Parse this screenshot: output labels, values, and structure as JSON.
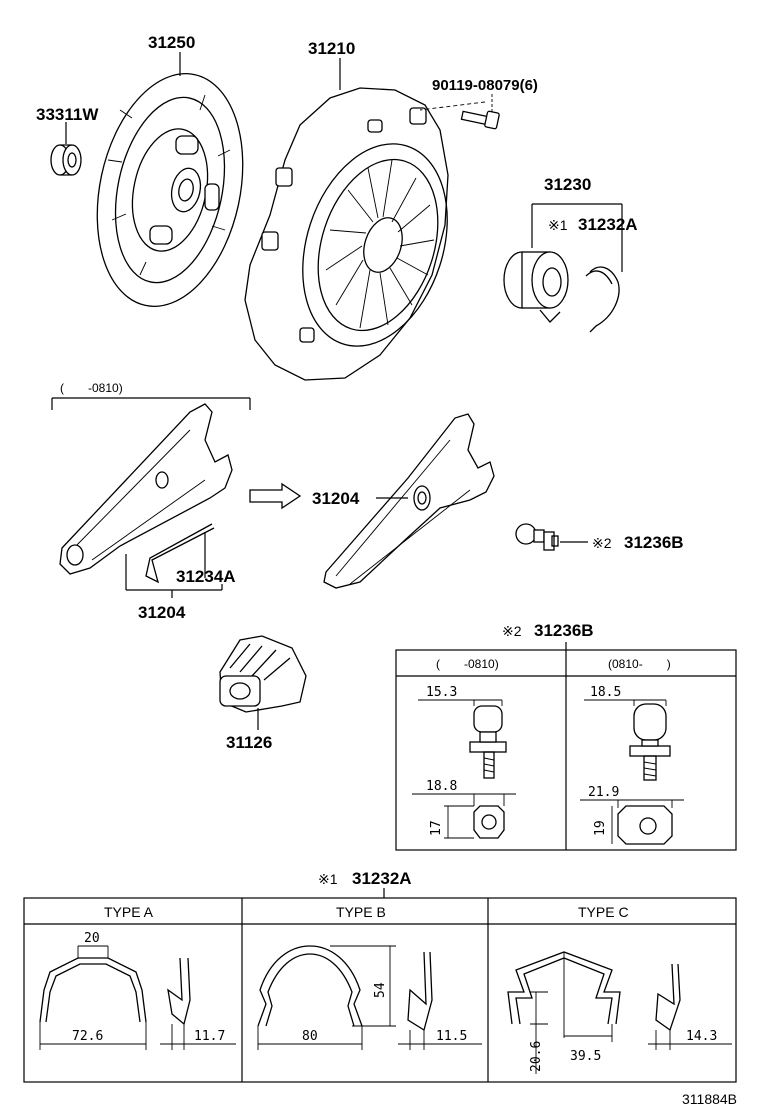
{
  "parts": {
    "disc": "31250",
    "bearing_pilot": "33311W",
    "cover": "31210",
    "bolt": "90119-08079(6)",
    "release_bearing_assy": "31230",
    "clip_mark": "※1",
    "clip": "31232A",
    "fork_range": "(　　-0810)",
    "fork_new": "31204",
    "fork_old": "31204",
    "spring": "31234A",
    "pivot_mark": "※2",
    "pivot": "31236B",
    "boot": "31126"
  },
  "pivot_table": {
    "mark": "※2",
    "part": "31236B",
    "col1_header": "(　　-0810)",
    "col2_header": "(0810-　　)",
    "col1_dims": {
      "head": "15.3",
      "hex": "18.8",
      "height": "17"
    },
    "col2_dims": {
      "head": "18.5",
      "hex": "21.9",
      "height": "19"
    }
  },
  "clip_table": {
    "mark": "※1",
    "part": "31232A",
    "type_a": {
      "header": "TYPE A",
      "top": "20",
      "width": "72.6",
      "side": "11.7"
    },
    "type_b": {
      "header": "TYPE B",
      "height": "54",
      "width": "80",
      "side": "11.5"
    },
    "type_c": {
      "header": "TYPE C",
      "height": "20.6",
      "width": "39.5",
      "side": "14.3"
    }
  },
  "diagram_id": "311884B"
}
